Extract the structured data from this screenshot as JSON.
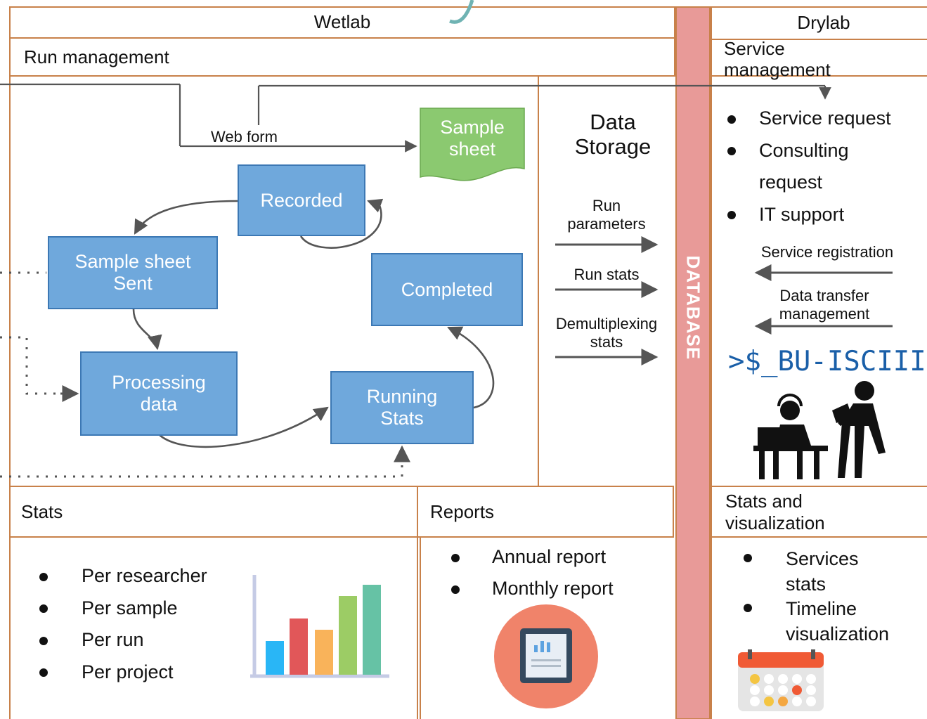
{
  "wetlab": {
    "title": "Wetlab",
    "run_management": "Run management",
    "web_form": "Web form",
    "sample_sheet": [
      "Sample",
      "sheet"
    ],
    "states": {
      "recorded": "Recorded",
      "sample_sheet_sent": [
        "Sample sheet",
        "Sent"
      ],
      "processing_data": [
        "Processing",
        "data"
      ],
      "running_stats": [
        "Running",
        "Stats"
      ],
      "completed": "Completed"
    }
  },
  "data_storage": {
    "title": [
      "Data",
      "Storage"
    ],
    "flows": [
      [
        "Run",
        "parameters"
      ],
      [
        "Run stats"
      ],
      [
        "Demultiplexing",
        "stats"
      ]
    ]
  },
  "database": {
    "label": "DATABASE",
    "color": "#e89a98"
  },
  "drylab": {
    "title": "Drylab",
    "service_management": [
      "Service",
      "management"
    ],
    "items": [
      "Service request",
      "Consulting",
      "request",
      "IT support"
    ],
    "flows": [
      "Service registration",
      [
        "Data transfer",
        "management"
      ]
    ],
    "logo": ">$_BU-ISCIII",
    "logo_color": "#1a5fa8"
  },
  "stats": {
    "title": "Stats",
    "items": [
      "Per researcher",
      "Per sample",
      "Per run",
      "Per project"
    ],
    "bar_colors": [
      "#29b6f6",
      "#e15759",
      "#f9b35a",
      "#9ccc65",
      "#66c2a5"
    ]
  },
  "reports": {
    "title": "Reports",
    "items": [
      "Annual report",
      "Monthly report"
    ],
    "icon": "tablet-chart-icon"
  },
  "stats_vis": {
    "title": [
      "Stats and",
      "visualization"
    ],
    "items": [
      [
        "Services",
        "stats"
      ],
      [
        "Timeline",
        "visualization"
      ]
    ],
    "icon": "calendar-icon"
  },
  "colors": {
    "border": "#c8814a",
    "state_fill": "#6fa8dc",
    "state_border": "#3c78b4",
    "sample_sheet_fill": "#8bc970",
    "arrow": "#555555"
  }
}
